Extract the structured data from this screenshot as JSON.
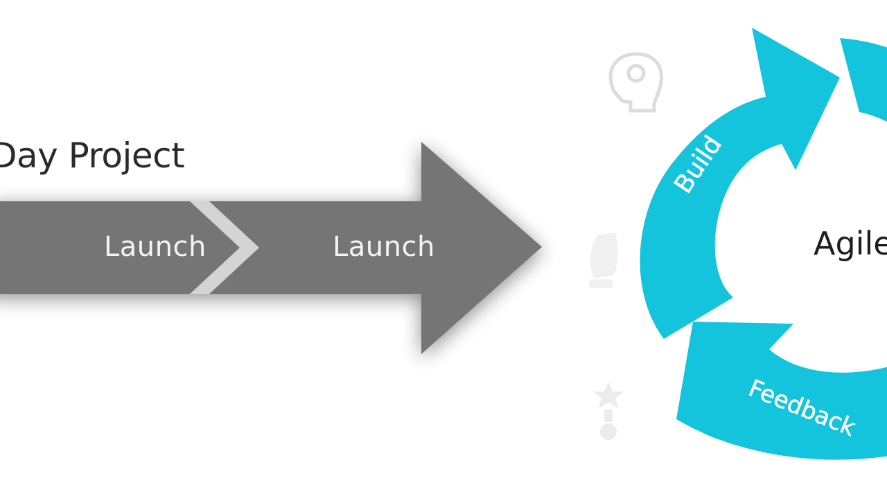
{
  "linear": {
    "title": "Day Project",
    "steps": [
      "Launch",
      "Launch"
    ],
    "arrow_color": "#747474",
    "divider_color": "#d4d4d4"
  },
  "cycle": {
    "center_label": "Agile",
    "segments": [
      "Build",
      "Feedback"
    ],
    "color": "#14c3dc"
  },
  "icons": [
    "head-brain-icon",
    "lightbulb-icon",
    "lightbulb-star-icon"
  ]
}
